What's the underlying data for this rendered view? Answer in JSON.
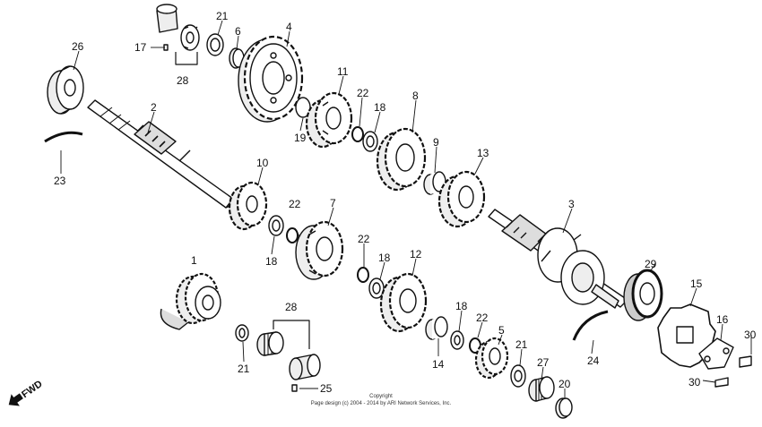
{
  "parts": [
    {
      "id": "p1",
      "number": "1"
    },
    {
      "id": "p2",
      "number": "2"
    },
    {
      "id": "p3",
      "number": "3"
    },
    {
      "id": "p4",
      "number": "4"
    },
    {
      "id": "p5",
      "number": "5"
    },
    {
      "id": "p6",
      "number": "6"
    },
    {
      "id": "p7",
      "number": "7"
    },
    {
      "id": "p8",
      "number": "8"
    },
    {
      "id": "p9",
      "number": "9"
    },
    {
      "id": "p10",
      "number": "10"
    },
    {
      "id": "p11",
      "number": "11"
    },
    {
      "id": "p12",
      "number": "12"
    },
    {
      "id": "p13",
      "number": "13"
    },
    {
      "id": "p14",
      "number": "14"
    },
    {
      "id": "p15",
      "number": "15"
    },
    {
      "id": "p16",
      "number": "16"
    },
    {
      "id": "p17",
      "number": "17"
    },
    {
      "id": "p18a",
      "number": "18"
    },
    {
      "id": "p18b",
      "number": "18"
    },
    {
      "id": "p18c",
      "number": "18"
    },
    {
      "id": "p18d",
      "number": "18"
    },
    {
      "id": "p19",
      "number": "19"
    },
    {
      "id": "p20",
      "number": "20"
    },
    {
      "id": "p21a",
      "number": "21"
    },
    {
      "id": "p21b",
      "number": "21"
    },
    {
      "id": "p21c",
      "number": "21"
    },
    {
      "id": "p22a",
      "number": "22"
    },
    {
      "id": "p22b",
      "number": "22"
    },
    {
      "id": "p22c",
      "number": "22"
    },
    {
      "id": "p22d",
      "number": "22"
    },
    {
      "id": "p23",
      "number": "23"
    },
    {
      "id": "p24",
      "number": "24"
    },
    {
      "id": "p25",
      "number": "25"
    },
    {
      "id": "p26",
      "number": "26"
    },
    {
      "id": "p27",
      "number": "27"
    },
    {
      "id": "p28a",
      "number": "28"
    },
    {
      "id": "p28b",
      "number": "28"
    },
    {
      "id": "p29",
      "number": "29"
    },
    {
      "id": "p30a",
      "number": "30"
    },
    {
      "id": "p30b",
      "number": "30"
    }
  ],
  "direction_label": "FWD",
  "copyright": {
    "line1": "Copyright",
    "line2": "Page design (c) 2004 - 2014 by ARI Network Services, Inc."
  }
}
